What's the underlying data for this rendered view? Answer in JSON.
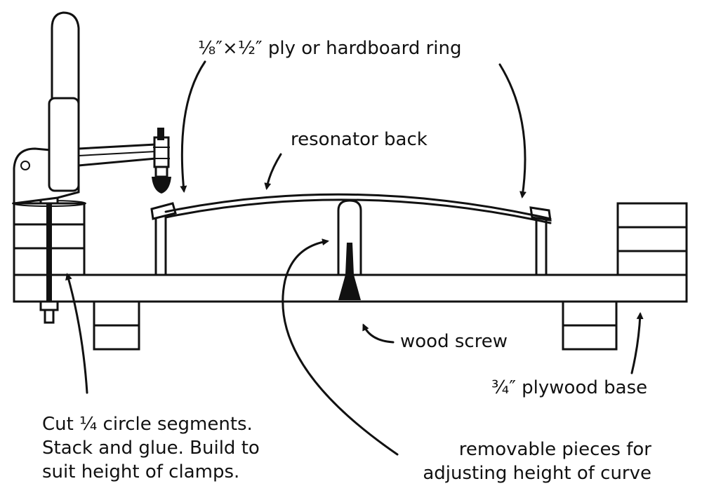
{
  "labels": {
    "ring": "⅛″×½″ ply or hardboard ring",
    "resonator": "resonator back",
    "screw": "wood screw",
    "base": "¾″ plywood base",
    "segments": [
      "Cut ¼ circle segments.",
      "Stack and glue. Build to",
      "suit height of clamps."
    ],
    "removable": [
      "removable pieces for",
      "adjusting height of curve"
    ]
  }
}
